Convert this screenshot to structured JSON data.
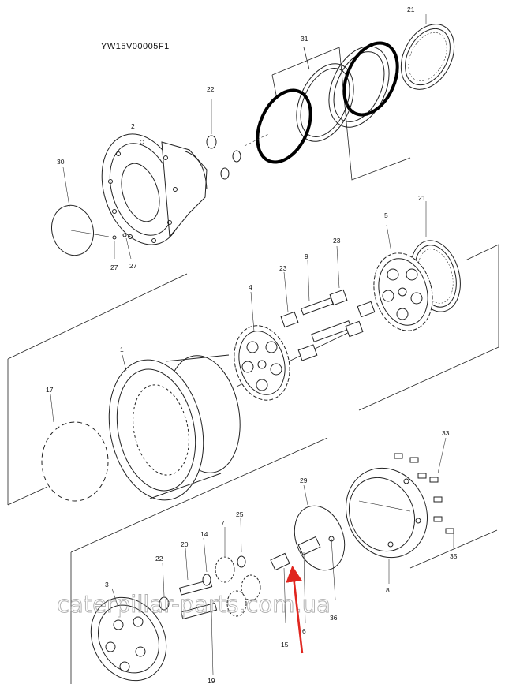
{
  "drawing_code": "YW15V00005F1",
  "callouts": {
    "c21a": "21",
    "c31": "31",
    "c22a": "22",
    "c2": "2",
    "c30": "30",
    "c27a": "27",
    "c27b": "27",
    "c21b": "21",
    "c5": "5",
    "c23a": "23",
    "c9": "9",
    "c23b": "23",
    "c4": "4",
    "c1": "1",
    "c17": "17",
    "c33": "33",
    "c29": "29",
    "c35": "35",
    "c25": "25",
    "c7": "7",
    "c14": "14",
    "c20": "20",
    "c22b": "22",
    "c3": "3",
    "c8": "8",
    "c36": "36",
    "c6": "6",
    "c15": "15",
    "c19": "19"
  },
  "watermark": "caterpillar-parts.com.ua",
  "highlight_color": "#e0261f"
}
